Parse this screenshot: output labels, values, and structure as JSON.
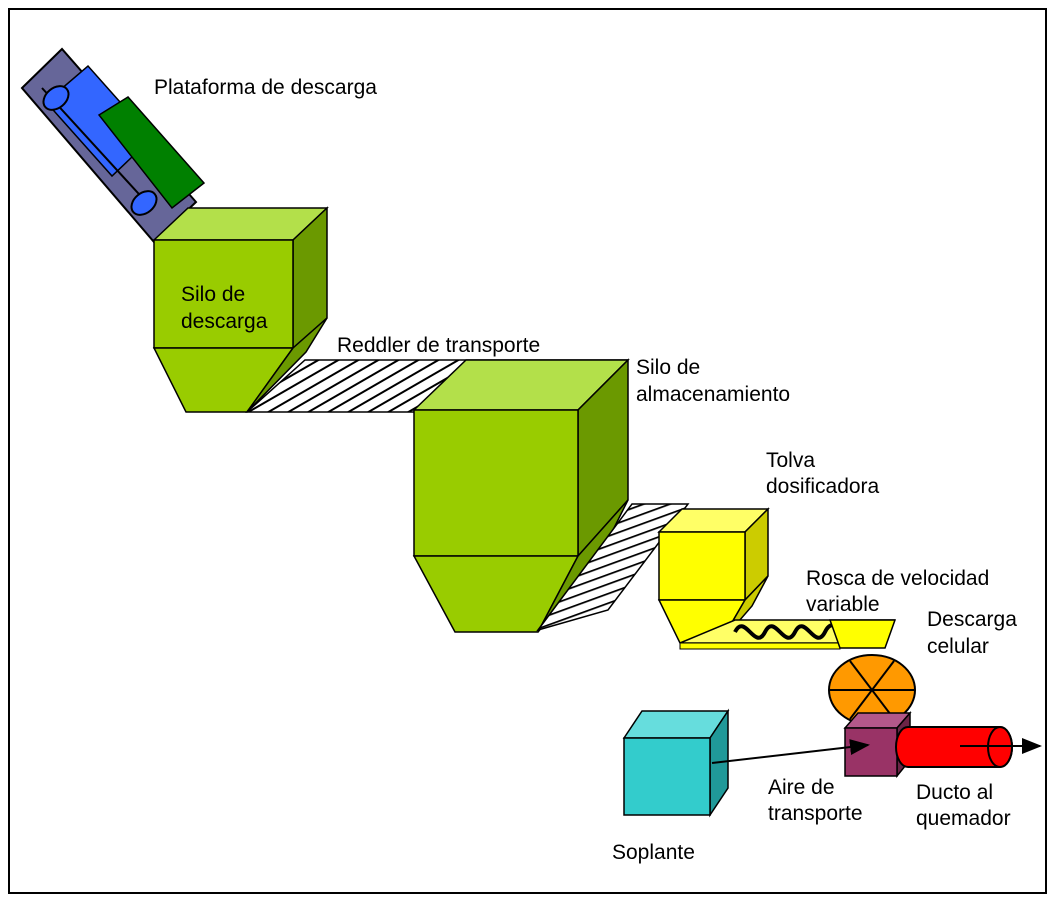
{
  "labels": {
    "plataforma": "Plataforma de descarga",
    "silo_descarga_1": "Silo de",
    "silo_descarga_2": "descarga",
    "reddler": "Reddler de transporte",
    "silo_alm_1": "Silo de",
    "silo_alm_2": "almacenamiento",
    "tolva_1": "Tolva",
    "tolva_2": "dosificadora",
    "rosca_1": "Rosca de velocidad",
    "rosca_2": "variable",
    "descarga_cel_1": "Descarga",
    "descarga_cel_2": "celular",
    "aire_1": "Aire de",
    "aire_2": "transporte",
    "ducto_1": "Ducto al",
    "ducto_2": "quemador",
    "soplante": "Soplante"
  },
  "colors": {
    "silo_front": "#99cc00",
    "silo_top": "#b3e04a",
    "silo_side": "#6b9900",
    "tolva_front": "#ffff00",
    "tolva_side": "#cccc00",
    "valve": "#ff9900",
    "lock_box": "#993366",
    "duct": "#ff0000",
    "blower": "#33cccc",
    "truck_frame": "#666699",
    "truck_cab": "#3366ff",
    "truck_cargo": "#008000"
  },
  "icons": [
    "truck-icon",
    "rotary-valve-icon",
    "screw-conveyor-icon",
    "flow-arrow-icon"
  ]
}
